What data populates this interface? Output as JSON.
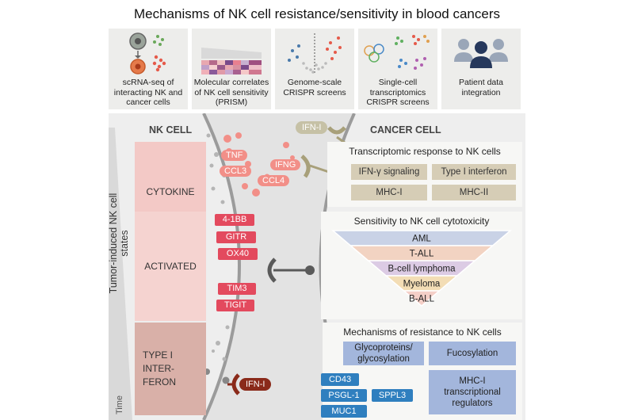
{
  "title": "Mechanisms of NK cell resistance/sensitivity in blood cancers",
  "methods": [
    {
      "label": "scRNA-seq of interacting NK and cancer cells"
    },
    {
      "label": "Molecular correlates of NK cell sensitivity (PRISM)"
    },
    {
      "label": "Genome-scale CRISPR screens"
    },
    {
      "label": "Single-cell transcriptomics CRISPR screens"
    },
    {
      "label": "Patient data integration"
    }
  ],
  "nk_cell": {
    "header": "NK CELL",
    "side_label": "Tumor-induced NK cell states",
    "time_label": "Time",
    "states": [
      "CYTOKINE",
      "ACTIVATED",
      "TYPE I INTER-FERON"
    ],
    "cytokines": [
      "TNF",
      "IFNG",
      "CCL3",
      "CCL4"
    ],
    "receptors": [
      "4-1BB",
      "GITR",
      "OX40",
      "TIM3",
      "TIGIT"
    ],
    "ifn_bottom": "IFN-I"
  },
  "cancer_cell": {
    "header": "CANCER CELL",
    "ifn_top": "IFN-I",
    "transcriptomic": {
      "title": "Transcriptomic response to NK cells",
      "items": [
        "IFN-γ signaling",
        "Type I interferon",
        "MHC-I",
        "MHC-II"
      ]
    },
    "sensitivity": {
      "title": "Sensitivity to NK cell cytotoxicity",
      "bands": [
        "AML",
        "T-ALL",
        "B-cell lymphoma",
        "Myeloma",
        "B-ALL"
      ],
      "band_colors": [
        "#c9d2e6",
        "#f2d3c2",
        "#dccbe4",
        "#f3ddb5",
        "#f4cfc7"
      ]
    },
    "resistance": {
      "title": "Mechanisms of resistance to NK cells",
      "glyco": "Glycoproteins/ glycosylation",
      "fuco": "Fucosylation",
      "mhc": "MHC-I transcriptional regulators",
      "genes": [
        "CD43",
        "PSGL-1",
        "MUC1",
        "SPPL3"
      ]
    }
  }
}
